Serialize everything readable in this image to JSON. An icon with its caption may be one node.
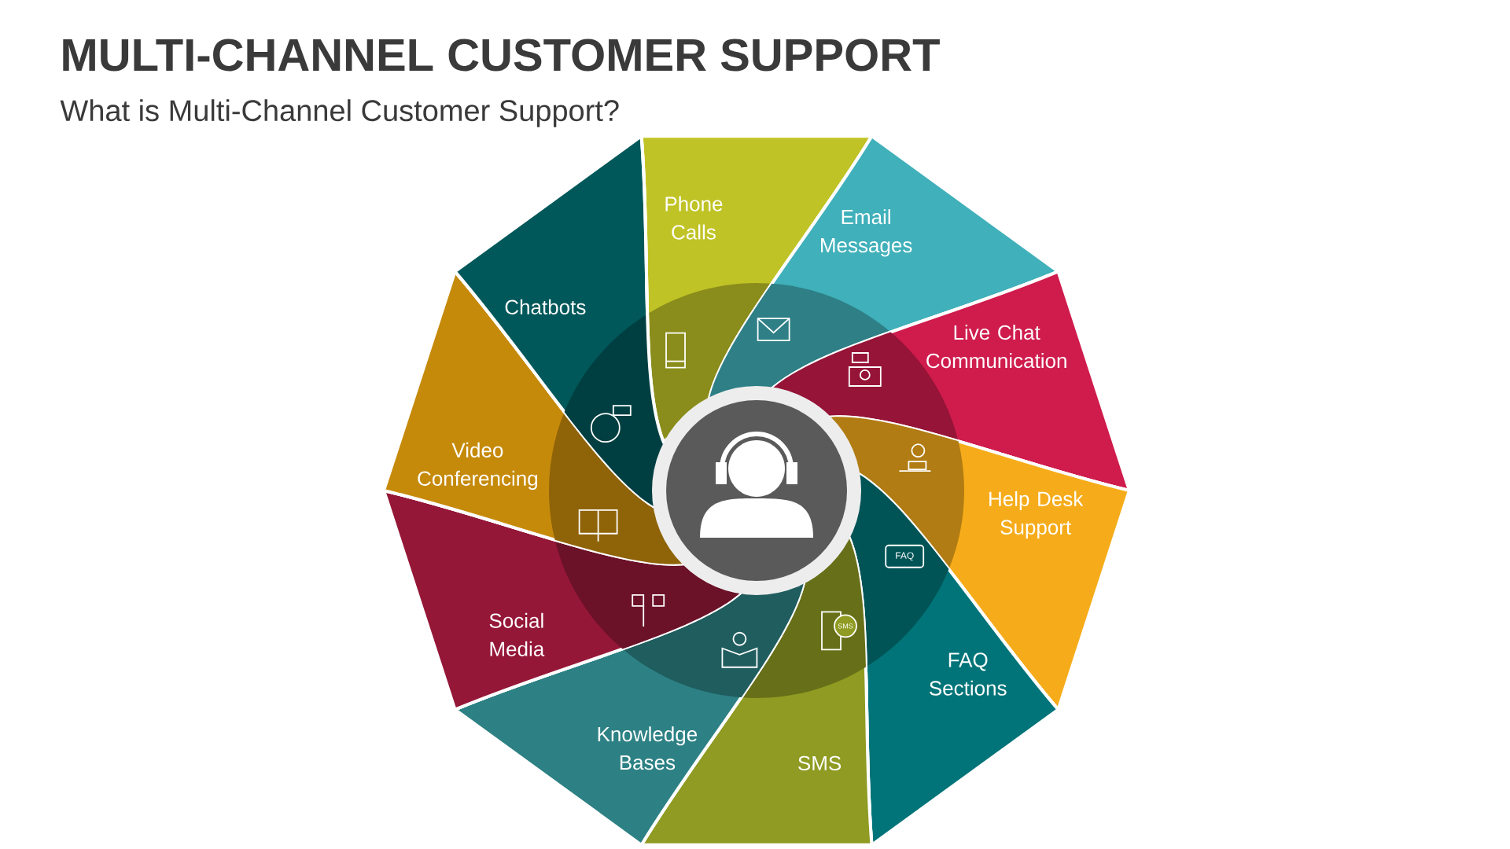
{
  "diagram": {
    "title": "MULTI-CHANNEL CUSTOMER SUPPORT",
    "nodes": [
      {
        "text": [
          "Phone Calls"
        ]
      },
      {
        "text": [
          "Email Messages"
        ]
      },
      {
        "text": [
          "Live Chat Communication"
        ]
      },
      {
        "text": [
          "Help Desk Support"
        ]
      },
      {
        "text": [
          "FAQ Sections"
        ]
      },
      {
        "text": [
          "SMS"
        ]
      },
      {
        "text": [
          "Knowledge Bases"
        ]
      },
      {
        "text": [
          "Social Media"
        ]
      },
      {
        "text": [
          "Video Conferencing"
        ]
      },
      {
        "text": [
          "Chatbots"
        ]
      }
    ],
    "labels": [
      "What is Multi-Channel Customer Support?",
      "FAQ",
      "SMS"
    ]
  }
}
